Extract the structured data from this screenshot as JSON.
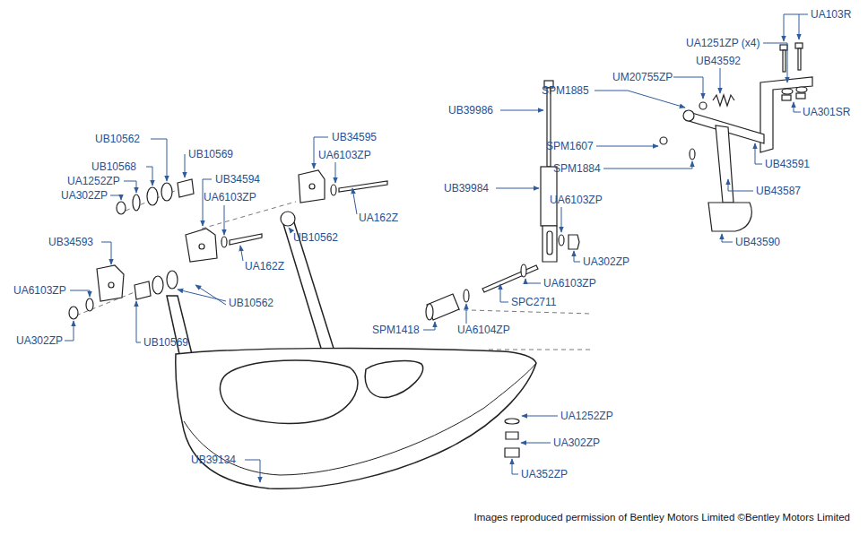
{
  "diagram": {
    "labels": [
      "UB10562",
      "UB10569",
      "UB10568",
      "UA1252ZP",
      "UA302ZP",
      "UB34594",
      "UA6103ZP",
      "UB34595",
      "UA6103ZP",
      "UA162Z",
      "UB10562",
      "UA162Z",
      "UB34593",
      "UA6103ZP",
      "UB10562",
      "UA302ZP",
      "UB10569",
      "UB39134",
      "UB39986",
      "UB39984",
      "UA6103ZP",
      "UA302ZP",
      "UA6103ZP",
      "SPC2711",
      "SPM1418",
      "UA6104ZP",
      "UA1252ZP",
      "UA302ZP",
      "UA352ZP",
      "UA1251ZP (x4)",
      "UA103R",
      "UB43592",
      "UM20755ZP",
      "SPM1885",
      "SPM1607",
      "SPM1884",
      "UA301SR",
      "UB43591",
      "UB43587",
      "UB43590",
      "Images reproduced permission of Bentley Motors Limited ©Bentley Motors Limited"
    ]
  }
}
